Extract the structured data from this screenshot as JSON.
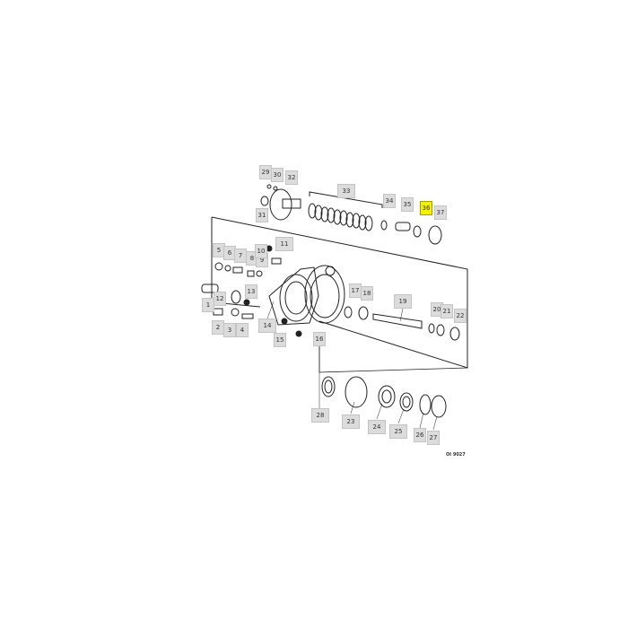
{
  "diagram": {
    "highlight_color": "#f2f200",
    "highlighted_part": "36",
    "reference_code": "OI 9027",
    "labels": [
      "29",
      "30",
      "32",
      "33",
      "34",
      "35",
      "36",
      "37",
      "31",
      "5",
      "6",
      "7",
      "8",
      "9",
      "10",
      "11",
      "12",
      "1",
      "13",
      "14",
      "2",
      "3",
      "4",
      "15",
      "16",
      "17",
      "18",
      "19",
      "20",
      "21",
      "22",
      "28",
      "23",
      "24",
      "25",
      "26",
      "27"
    ]
  }
}
